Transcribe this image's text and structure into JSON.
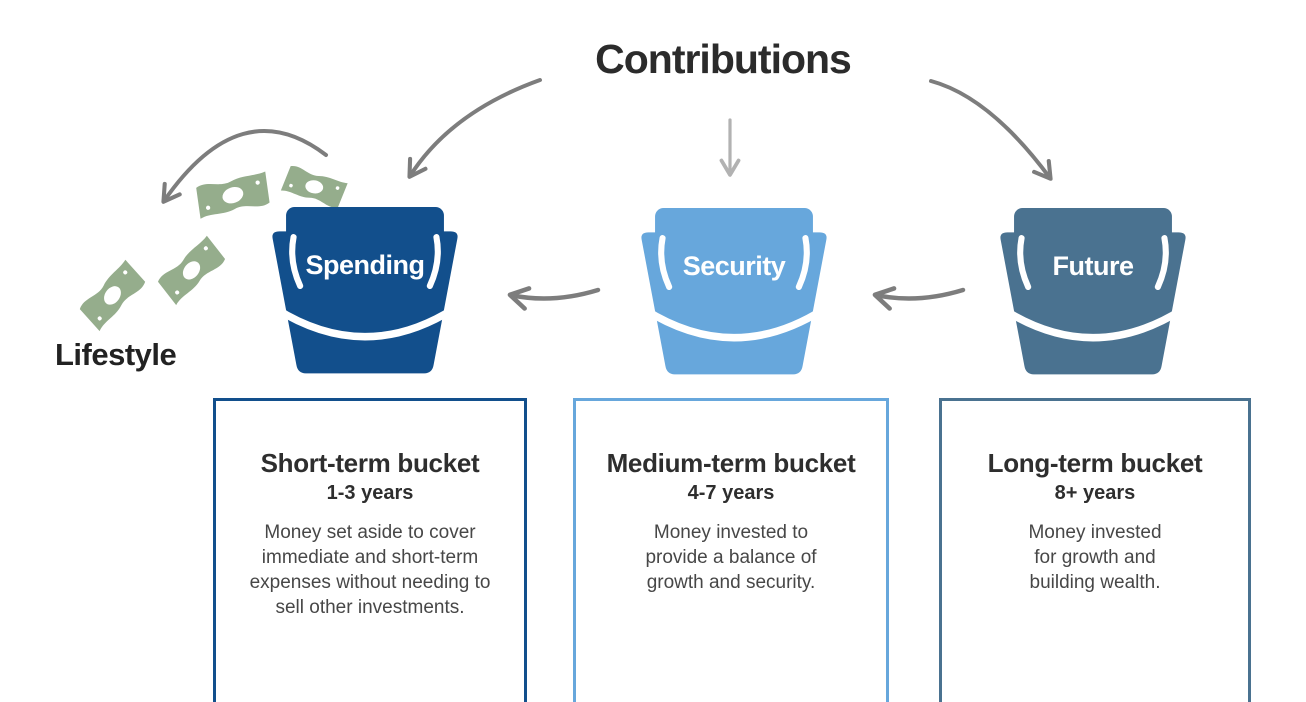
{
  "title": "Contributions",
  "lifestyle_label": "Lifestyle",
  "buckets": [
    {
      "label": "Spending",
      "color": "#124f8c"
    },
    {
      "label": "Security",
      "color": "#67a7dc"
    },
    {
      "label": "Future",
      "color": "#4a7290"
    }
  ],
  "cards": [
    {
      "heading": "Short-term bucket",
      "timeframe": "1-3 years",
      "description": "Money set aside to cover immediate and short-term expenses without needing to sell other investments.",
      "border_color": "#124f8c"
    },
    {
      "heading": "Medium-term bucket",
      "timeframe": "4-7 years",
      "description": "Money invested to provide a balance of growth and security.",
      "border_color": "#67a7dc"
    },
    {
      "heading": "Long-term bucket",
      "timeframe": "8+ years",
      "description": "Money invested for growth and building wealth.",
      "border_color": "#4a7290"
    }
  ],
  "colors": {
    "money_green": "#95ad8c",
    "arrow_gray": "#7d7d7d",
    "arrow_light_gray": "#b2b2b2",
    "heading_text": "#2b2b2b",
    "body_text": "#474747",
    "background": "#ffffff"
  }
}
